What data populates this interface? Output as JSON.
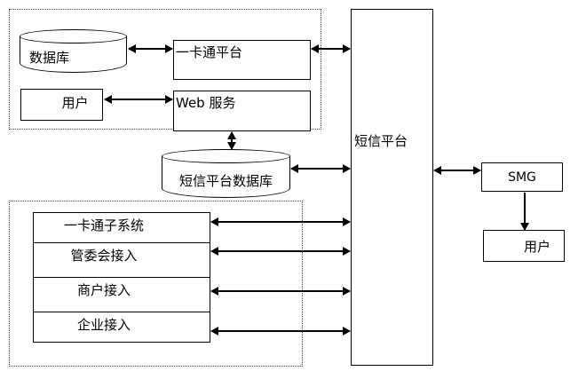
{
  "colors": {
    "line": "#000000",
    "background": "#ffffff"
  },
  "nodes": {
    "database": "数据库",
    "onecard_platform": "一卡通平台",
    "user_left": "用户",
    "web_service": "Web 服务",
    "sms_db": "短信平台数据库",
    "sms_platform": "短信平台",
    "smg": "SMG",
    "user_right": "用户"
  },
  "access_rows": [
    {
      "label": "一卡通子系统"
    },
    {
      "label": "管委会接入"
    },
    {
      "label": "商户接入"
    },
    {
      "label": "企业接入"
    }
  ]
}
